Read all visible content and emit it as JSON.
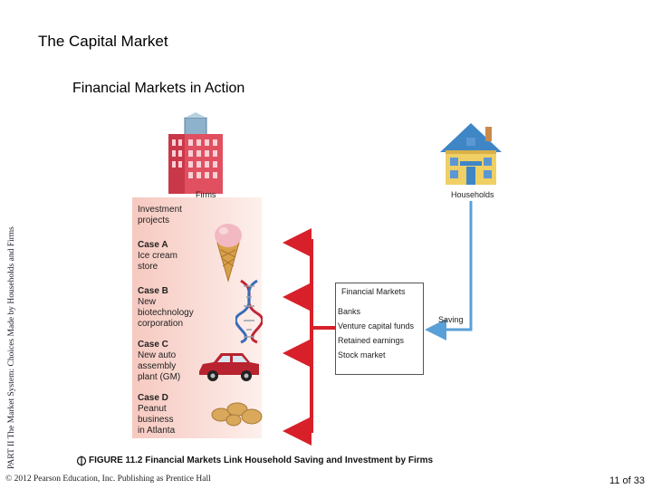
{
  "slide": {
    "title": "The Capital Market",
    "subtitle": "Financial Markets in Action",
    "side_label": "PART II  The Market System: Choices Made by Households and Firms",
    "caption": "FIGURE 11.2  Financial Markets Link Household Saving and Investment by Firms",
    "caption_icon": "web-link-icon",
    "copyright": "© 2012 Pearson Education, Inc. Publishing as Prentice Hall",
    "page": "11 of 33"
  },
  "diagram": {
    "firms_label": "Firms",
    "households_label": "Households",
    "saving_label": "Saving",
    "investment_heading": "Investment\nprojects",
    "cases": [
      {
        "head": "Case A",
        "text": "Ice cream\nstore",
        "icon": "ice-cream-icon"
      },
      {
        "head": "Case B",
        "text": "New\nbiotechnology\ncorporation",
        "icon": "dna-icon"
      },
      {
        "head": "Case C",
        "text": "New auto\nassembly\nplant (GM)",
        "icon": "car-icon"
      },
      {
        "head": "Case D",
        "text": "Peanut\nbusiness\nin Atlanta",
        "icon": "peanut-icon"
      }
    ],
    "financial_markets": {
      "title": "Financial Markets",
      "items": [
        "Banks",
        "Venture capital funds",
        "Retained earnings",
        "Stock market"
      ],
      "symbol": "$"
    },
    "colors": {
      "arrow_red": "#d8202a",
      "arrow_blue": "#5aa0d8",
      "panel_pink": "#f6c9c0"
    }
  }
}
